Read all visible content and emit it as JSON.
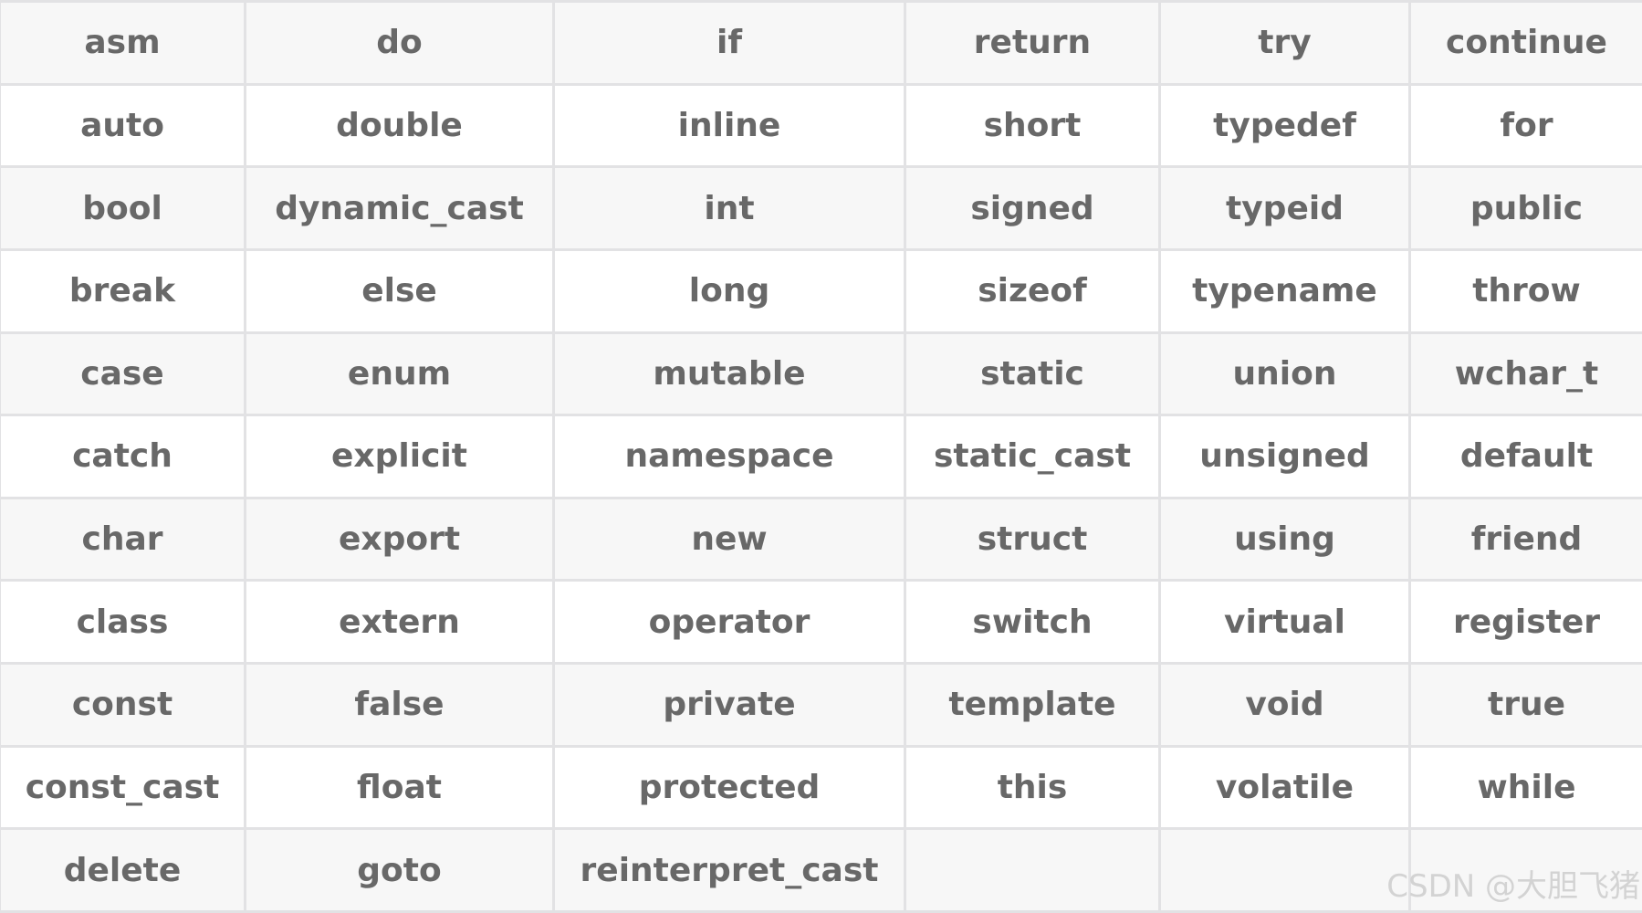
{
  "keywords_table": {
    "rows": [
      [
        "asm",
        "do",
        "if",
        "return",
        "try",
        "continue"
      ],
      [
        "auto",
        "double",
        "inline",
        "short",
        "typedef",
        "for"
      ],
      [
        "bool",
        "dynamic_cast",
        "int",
        "signed",
        "typeid",
        "public"
      ],
      [
        "break",
        "else",
        "long",
        "sizeof",
        "typename",
        "throw"
      ],
      [
        "case",
        "enum",
        "mutable",
        "static",
        "union",
        "wchar_t"
      ],
      [
        "catch",
        "explicit",
        "namespace",
        "static_cast",
        "unsigned",
        "default"
      ],
      [
        "char",
        "export",
        "new",
        "struct",
        "using",
        "friend"
      ],
      [
        "class",
        "extern",
        "operator",
        "switch",
        "virtual",
        "register"
      ],
      [
        "const",
        "false",
        "private",
        "template",
        "void",
        "true"
      ],
      [
        "const_cast",
        "float",
        "protected",
        "this",
        "volatile",
        "while"
      ],
      [
        "delete",
        "goto",
        "reinterpret_cast",
        "",
        "",
        ""
      ]
    ]
  },
  "watermark": "CSDN @大胆飞猪",
  "colors": {
    "text": "#686868",
    "border": "#e2e2e4",
    "row_striped": "#f7f7f7",
    "row_plain": "#ffffff"
  }
}
